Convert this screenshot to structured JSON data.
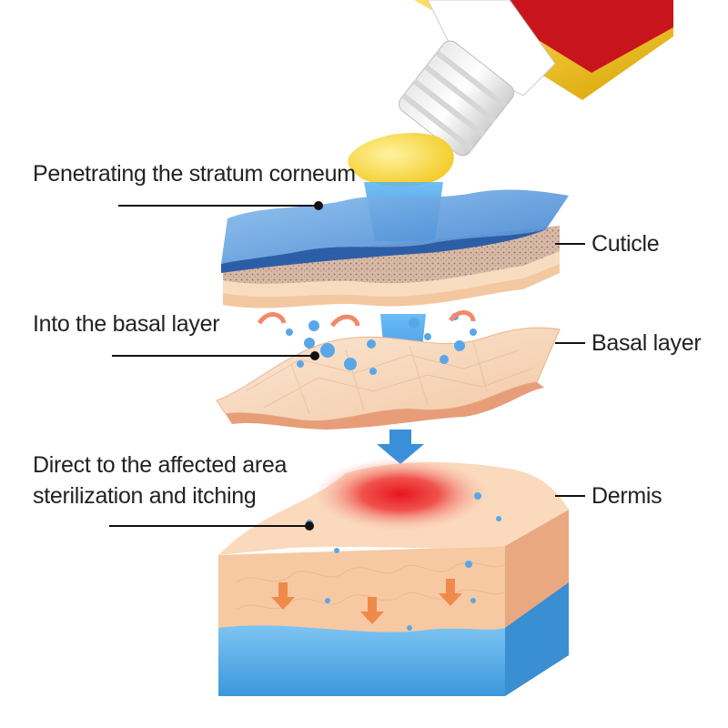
{
  "labels": {
    "stratum_corneum": "Penetrating the stratum corneum",
    "basal_into": "Into the basal layer",
    "affected_line1": "Direct to the affected area",
    "affected_line2": "sterilization and itching",
    "cuticle": "Cuticle",
    "basal_layer": "Basal layer",
    "dermis": "Dermis"
  },
  "icons": {
    "tube": "ointment-tube-icon",
    "down_arrow": "down-arrow-icon"
  },
  "colors": {
    "ointment": "#f7d83a",
    "penetration_blue": "#2f8fdc",
    "cuticle_blue": "#3b78c7",
    "skin_peach": "#f6d3b6",
    "inflamed_red": "#e8242a",
    "dermis_blue": "#4aa6e6"
  }
}
